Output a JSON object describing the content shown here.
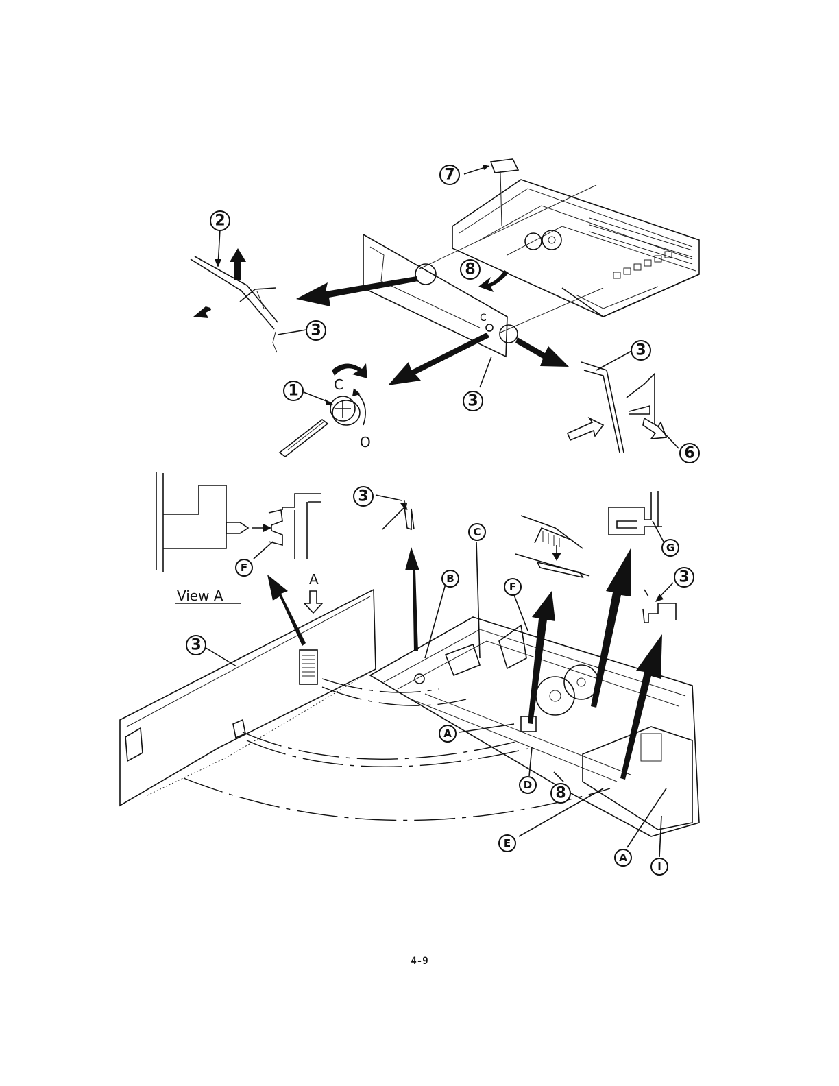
{
  "page": {
    "number": "4-9"
  },
  "diagram": {
    "callouts": {
      "c1": "1",
      "c2": "2",
      "c3a": "3",
      "c3b": "3",
      "c3c": "3",
      "c3d": "3",
      "c3e": "3",
      "c3f": "3",
      "c6": "6",
      "c7": "7",
      "c8a": "8",
      "c8b": "8",
      "cA1": "A",
      "cA2": "A",
      "cB": "B",
      "cC": "C",
      "cD": "D",
      "cE": "E",
      "cF1": "F",
      "cF2": "F",
      "cG": "G",
      "cI": "I"
    },
    "labels": {
      "view": "View A",
      "view_arrow": "A",
      "knob_close": "C",
      "knob_open": "O",
      "bracket_mark": "C"
    }
  },
  "colors": {
    "ink": "#111111",
    "paper": "#ffffff",
    "footer_rule": "#3050c8"
  }
}
